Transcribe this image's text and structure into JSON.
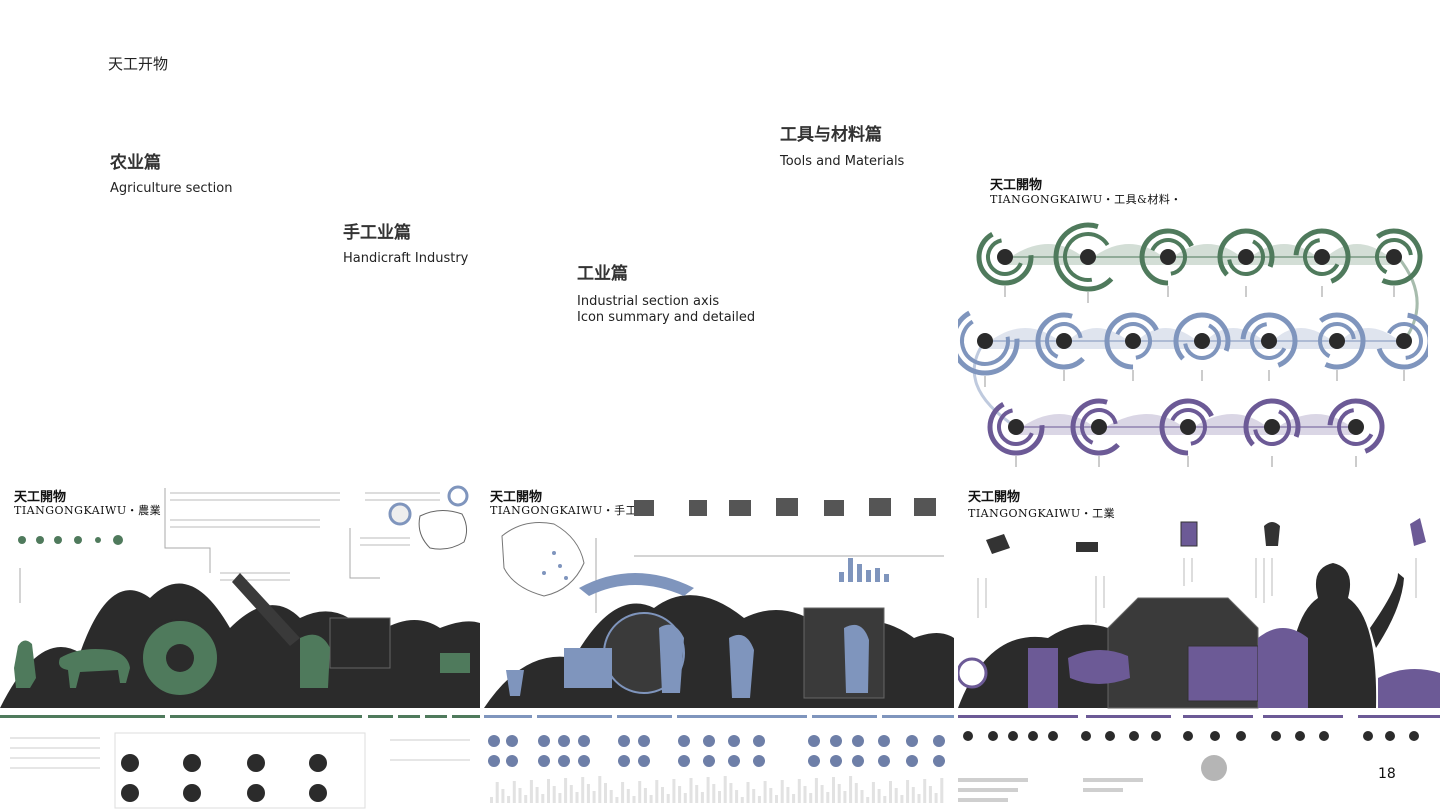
{
  "page": {
    "title": "天工开物",
    "page_number": "18"
  },
  "sections": [
    {
      "id": "agriculture",
      "title": "农业篇",
      "subtitle": "Agriculture section"
    },
    {
      "id": "handicraft",
      "title": "手工业篇",
      "subtitle": "Handicraft Industry"
    },
    {
      "id": "industrial",
      "title": "工业篇",
      "subtitle_line1": "Industrial section axis",
      "subtitle_line2": "Icon summary and detailed"
    },
    {
      "id": "tools",
      "title": "工具与材料篇",
      "subtitle": "Tools and Materials"
    }
  ],
  "panels": {
    "tools": {
      "title_cn": "天工開物",
      "title_pinyin": "TIANGONGKAIWU・工具&材料・"
    },
    "agriculture": {
      "title_cn": "天工開物",
      "title_pinyin": "TIANGONGKAIWU・農業"
    },
    "handicraft": {
      "title_cn": "天工開物",
      "title_pinyin": "TIANGONGKAIWU・手工業"
    },
    "industrial": {
      "title_cn": "天工開物",
      "title_pinyin": "TIANGONGKAIWU・工業"
    }
  },
  "colors": {
    "green": "#4f7a5c",
    "blue": "#7f95bd",
    "purple": "#6c5a96",
    "dark": "#2b2b2b",
    "grey": "#8a8a8a"
  },
  "ring_colors": [
    "#4f7a5c",
    "#7f95bd",
    "#6c5a96"
  ]
}
